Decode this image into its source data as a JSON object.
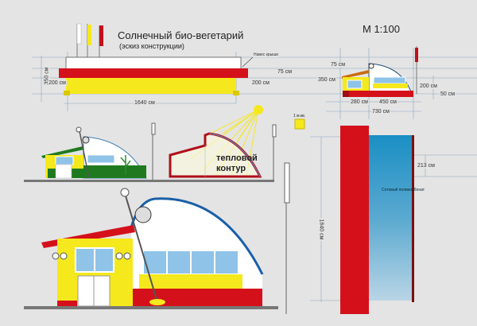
{
  "header": {
    "title": "Солнечный био-вегетарий",
    "subtitle": "(эскиз конструкции)",
    "scale": "М 1:100"
  },
  "front_elevation": {
    "roof_label": "Навес крыши",
    "dims": {
      "height": "350 см",
      "left_height": "200 см",
      "length": "1640 см",
      "roof": "75 см",
      "right_height": "200 см"
    }
  },
  "side_section": {
    "dims": {
      "roof": "75 см",
      "height": "350 см",
      "wall": "200 см",
      "base": "50 см",
      "vestibule": "280 см",
      "greenhouse": "450 см",
      "total": "730 см"
    }
  },
  "legend": {
    "unit_label": "1 м.кв."
  },
  "plan": {
    "length": "1640 см",
    "offset": "213 см",
    "material_label": "Сотовый поликарбонат"
  },
  "thermal_diagram": {
    "label_line1": "тепловой",
    "label_line2": "контур"
  },
  "colors": {
    "red": "#d4111b",
    "yellow": "#f5e81c",
    "blue": "#1a8fc4",
    "green": "#1f7a1f",
    "background": "#e4e4e4"
  }
}
